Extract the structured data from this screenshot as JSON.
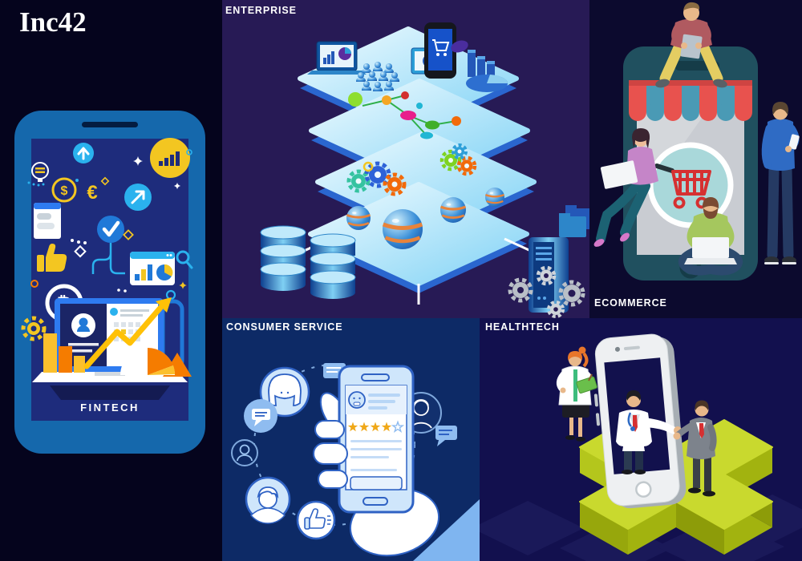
{
  "brand": {
    "logo_text": "Inc42"
  },
  "sections": {
    "fintech": {
      "label": "FINTECH"
    },
    "enterprise": {
      "label": "ENTERPRISE"
    },
    "ecommerce": {
      "label": "ECOMMERCE"
    },
    "consumer_service": {
      "label": "CONSUMER SERVICE"
    },
    "healthtech": {
      "label": "HEALTHTECH"
    }
  },
  "colors": {
    "page_background": "#05041d",
    "enterprise_background": "#271a55",
    "ecommerce_background": "#0c0a2e",
    "consumer_background": "#0d2a66",
    "healthtech_background": "#12104e",
    "fintech_phone_body": "#1568ac",
    "fintech_phone_screen": "#1e2c7c",
    "accent_yellow": "#f3c621",
    "accent_orange": "#f57c00",
    "accent_blue": "#2ab2ee",
    "ecommerce_phone_body": "#20505f",
    "awning_red": "#e8524e",
    "awning_teal": "#4a9ab5",
    "cart_red": "#d63031",
    "consumer_outline_blue": "#2f62c4",
    "consumer_light_blue": "#cfe6fb",
    "star_gold": "#f0a818",
    "healthtech_cross_green": "#c9d92e",
    "label_text": "#ffffff"
  }
}
